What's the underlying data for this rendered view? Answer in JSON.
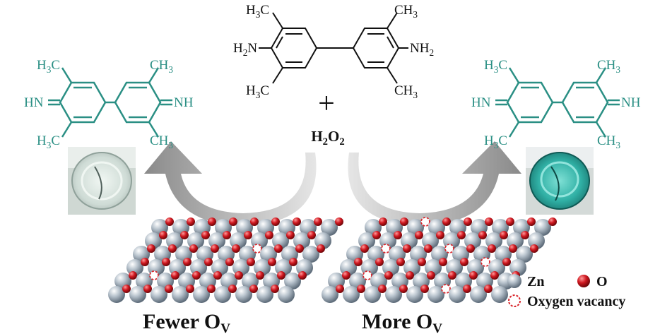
{
  "colors": {
    "reagent": "#111111",
    "product": "#2a8f84",
    "arrow_light": "#e2e2e2",
    "arrow_dark": "#8a8a8a",
    "zn_atom": "#9aa7b4",
    "o_atom": "#c0141c",
    "vacancy": "#d9262c",
    "vial_colorless": "#dfe9e4",
    "vial_blue": "#37b8ad"
  },
  "center_molecule": {
    "ch3_top_left": "H3C",
    "ch3_top_right": "CH3",
    "amine_left": "H2N",
    "amine_right": "NH2",
    "ch3_bottom_left": "H3C",
    "ch3_bottom_right": "CH3",
    "plus_sign": "+",
    "oxidant": "H2O2"
  },
  "product_molecule": {
    "ch3_top_left": "H3C",
    "ch3_top_right": "CH3",
    "imine_left": "HN",
    "imine_right": "NH",
    "ch3_bottom_left": "H3C",
    "ch3_bottom_right": "CH3"
  },
  "surfaces": {
    "left_label": "Fewer O",
    "left_subscript": "V",
    "right_label": "More O",
    "right_subscript": "V"
  },
  "legend": {
    "zn_label": "Zn",
    "o_label": "O",
    "vacancy_label": "Oxygen vacancy"
  },
  "icons": {
    "zn": "grey-sphere-icon",
    "o": "red-sphere-icon",
    "vacancy": "dashed-red-circle-icon",
    "arrow": "curved-grey-arrow-icon"
  }
}
